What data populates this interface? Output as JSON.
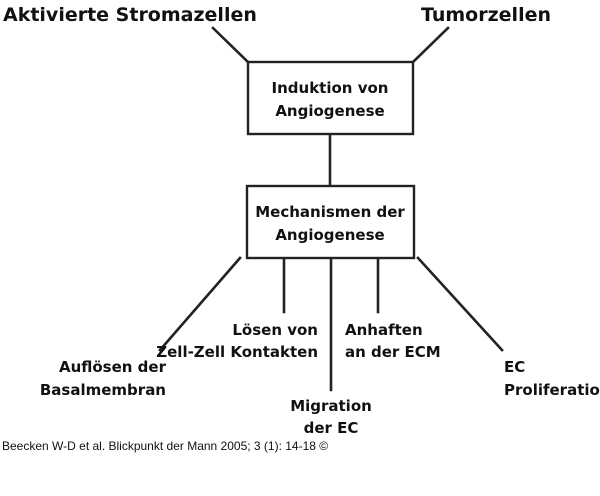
{
  "nodes": {
    "stroma": "Aktivierte Stromazellen",
    "tumor": "Tumorzellen",
    "induction": [
      "Induktion von",
      "Angiogenese"
    ],
    "mechanisms": [
      "Mechanismen der",
      "Angiogenese"
    ],
    "basal": [
      "Auflösen der",
      "Basalmembran"
    ],
    "cellcontacts": [
      "Lösen von",
      "Zell-Zell Kontakten"
    ],
    "migration": [
      "Migration",
      "der EC"
    ],
    "ecm": [
      "Anhaften",
      "an der ECM"
    ],
    "proliferation": [
      "EC",
      "Proliferation"
    ]
  },
  "caption": "Beecken W-D et al. Blickpunkt der Mann 2005; 3 (1): 14-18 ©"
}
